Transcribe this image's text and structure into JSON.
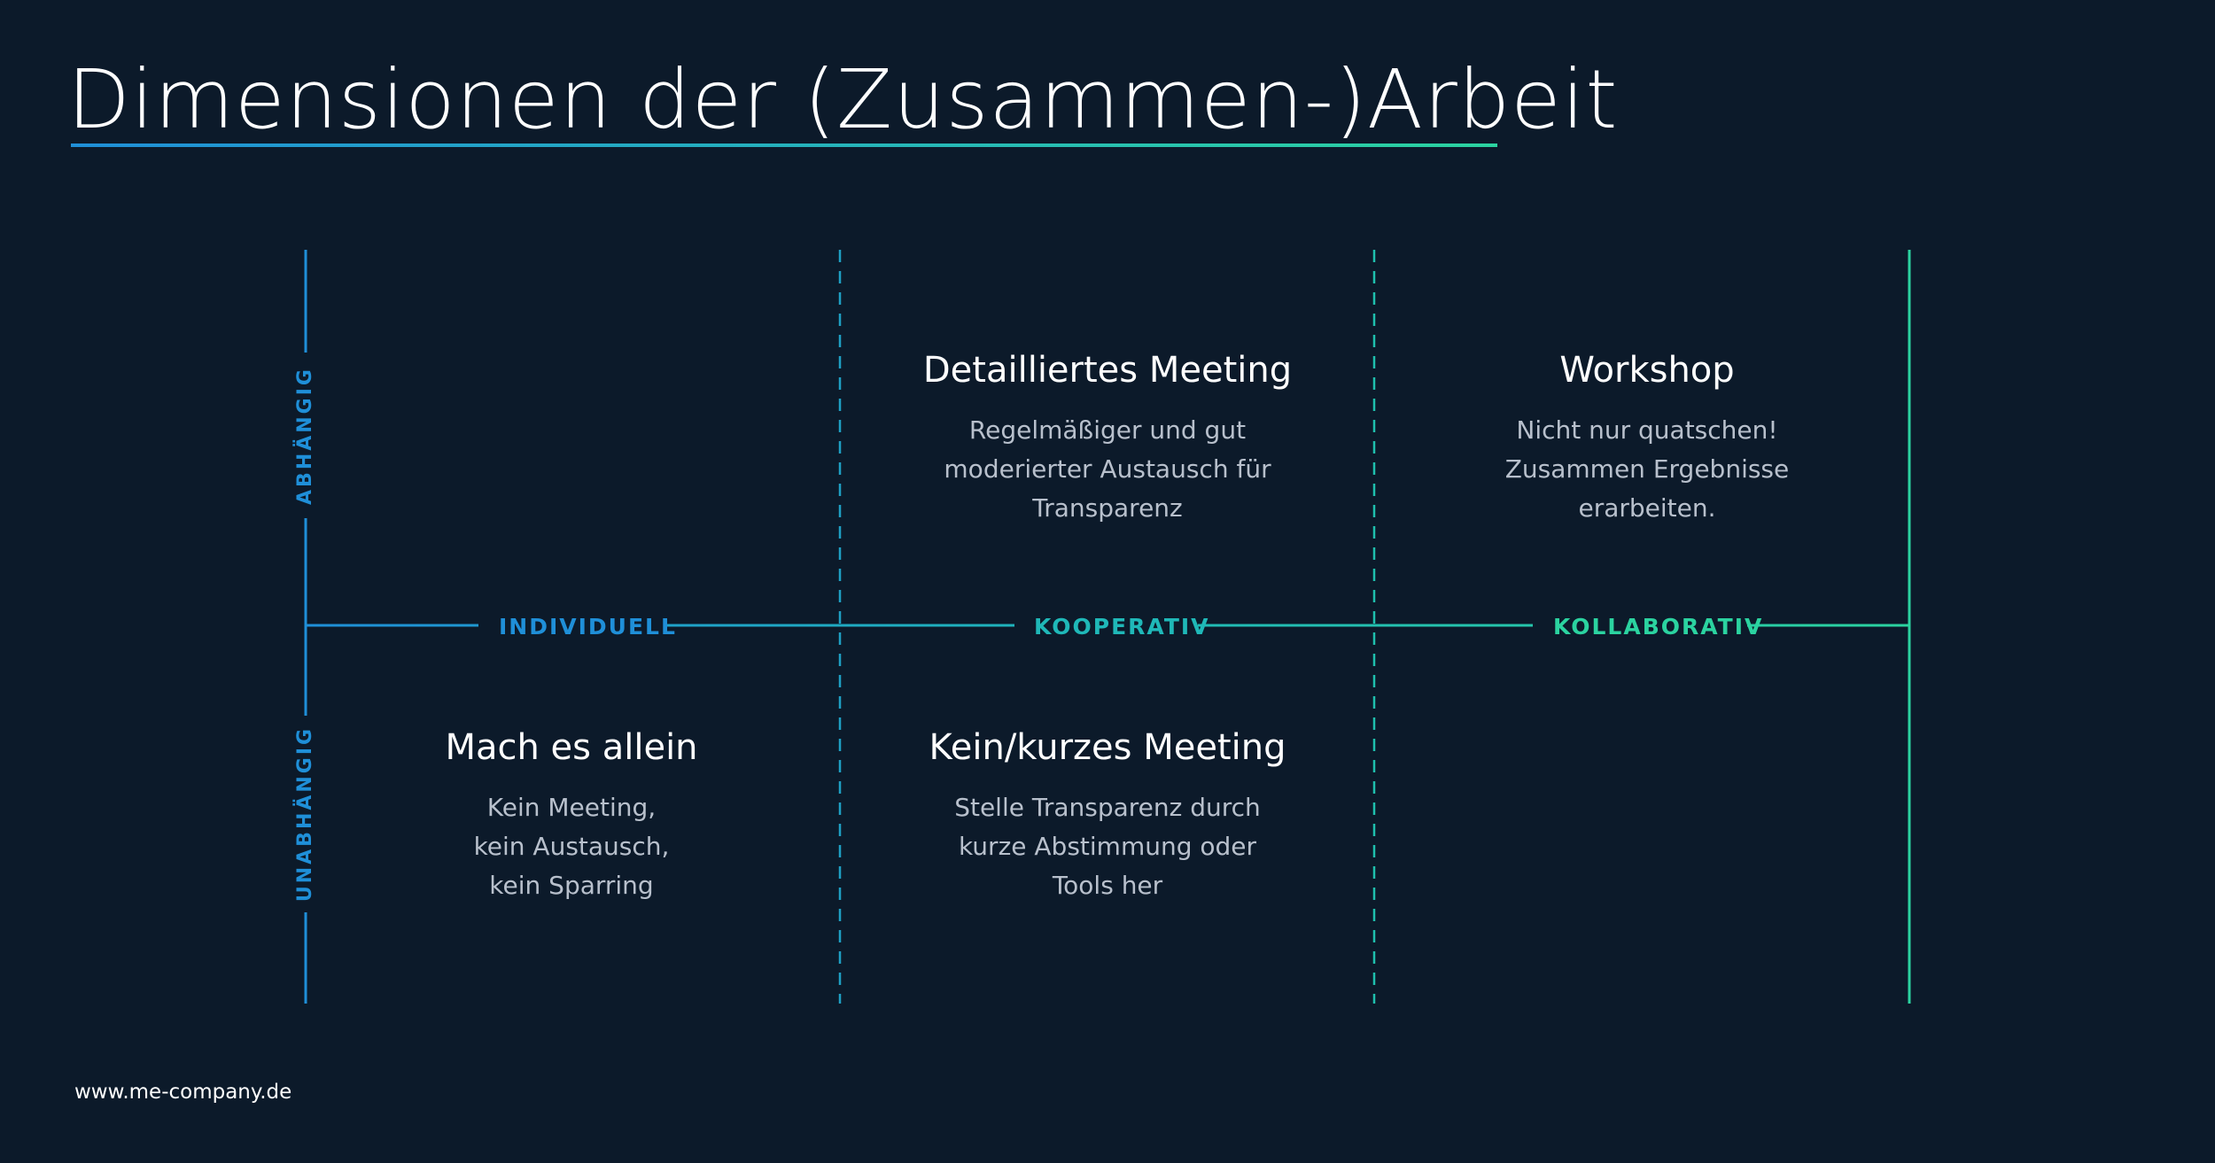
{
  "title": "Dimensionen der (Zusammen-)Arbeit",
  "axes": {
    "vertical": {
      "top_label": "ABHÄNGIG",
      "bottom_label": "UNABHÄNGIG"
    },
    "horizontal": [
      "INDIVIDUELL",
      "KOOPERATIV",
      "KOLLABORATIV"
    ]
  },
  "cells": {
    "detailliertes_meeting": {
      "title": "Detailliertes Meeting",
      "description": "Regelmäßiger und gut\nmoderierter Austausch für\nTransparenz"
    },
    "workshop": {
      "title": "Workshop",
      "description": "Nicht nur quatschen!\nZusammen Ergebnisse\nerarbeiten."
    },
    "mach_es_allein": {
      "title": "Mach es allein",
      "description": "Kein Meeting,\nkein Austausch,\nkein Sparring"
    },
    "kein_kurzes_meeting": {
      "title": "Kein/kurzes Meeting",
      "description": "Stelle Transparenz durch\nkurze Abstimmung oder\nTools her"
    }
  },
  "footer": "www.me-company.de",
  "colors": {
    "background": "#0c1a2a",
    "blue": "#1f8fd8",
    "teal": "#1fb8b8",
    "green": "#2bd3a0",
    "text": "#ffffff",
    "muted_text": "#b8c0cc"
  }
}
